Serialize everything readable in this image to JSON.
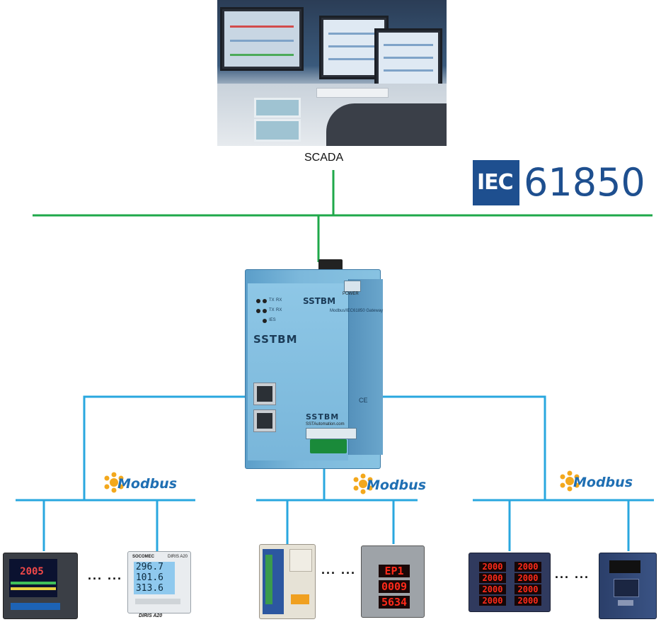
{
  "scada": {
    "label": "SCADA"
  },
  "iec": {
    "badge": "IEC",
    "number": "61850"
  },
  "gateway": {
    "brand": "SSTBM",
    "model": "Modbus/IEC61850 Gateway",
    "led_labels": [
      "TX",
      "RX",
      "TX",
      "RX",
      "IES"
    ],
    "power_label": "POWER",
    "ce_mark": "CE",
    "website": "SSTAutomation.com"
  },
  "modbus": {
    "logo_text": "Modbus"
  },
  "device_groups": [
    {
      "devices": [
        {
          "name": "color-recorder",
          "display": "2005"
        },
        {
          "name": "diris-meter",
          "brand": "SOCOMEC",
          "model": "DIRIS A20",
          "tag": "DIRIS A20",
          "lines": [
            "296.7",
            "101.6",
            "313.6"
          ]
        }
      ]
    },
    {
      "devices": [
        {
          "name": "din-rail-module"
        },
        {
          "name": "panel-meter",
          "lines": [
            "EP1",
            "0009",
            "5634"
          ]
        }
      ]
    },
    {
      "devices": [
        {
          "name": "multi-channel-meter",
          "lines": [
            "2000",
            "2000",
            "2000",
            "2000"
          ]
        },
        {
          "name": "inverter-drive"
        }
      ]
    }
  ],
  "ellipsis": "...  ...",
  "colors": {
    "ethernet_line": "#1fa84a",
    "modbus_line": "#29a7df",
    "iec_blue": "#1e4f8f",
    "gateway_blue": "#79b6da"
  }
}
